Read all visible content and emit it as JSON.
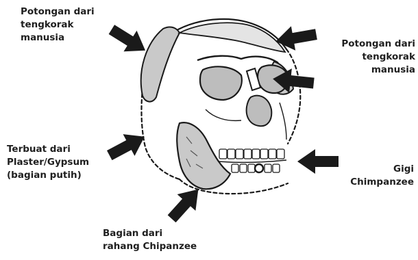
{
  "labels": {
    "top_left": [
      "Potongan dari",
      "tengkorak",
      "manusia"
    ],
    "top_right": [
      "Potongan dari",
      "tengkorak",
      "manusia"
    ],
    "left": [
      "Terbuat dari",
      "Plaster/Gypsum",
      "(bagian putih)"
    ],
    "right": [
      "Gigi",
      "Chimpanzee"
    ],
    "bottom": [
      "Bagian dari",
      "rahang Chipanzee"
    ]
  },
  "colors": {
    "ink": "#1a1a1a",
    "bone_shade": "#c9c9c9",
    "arrow": "#1a1a1a"
  }
}
